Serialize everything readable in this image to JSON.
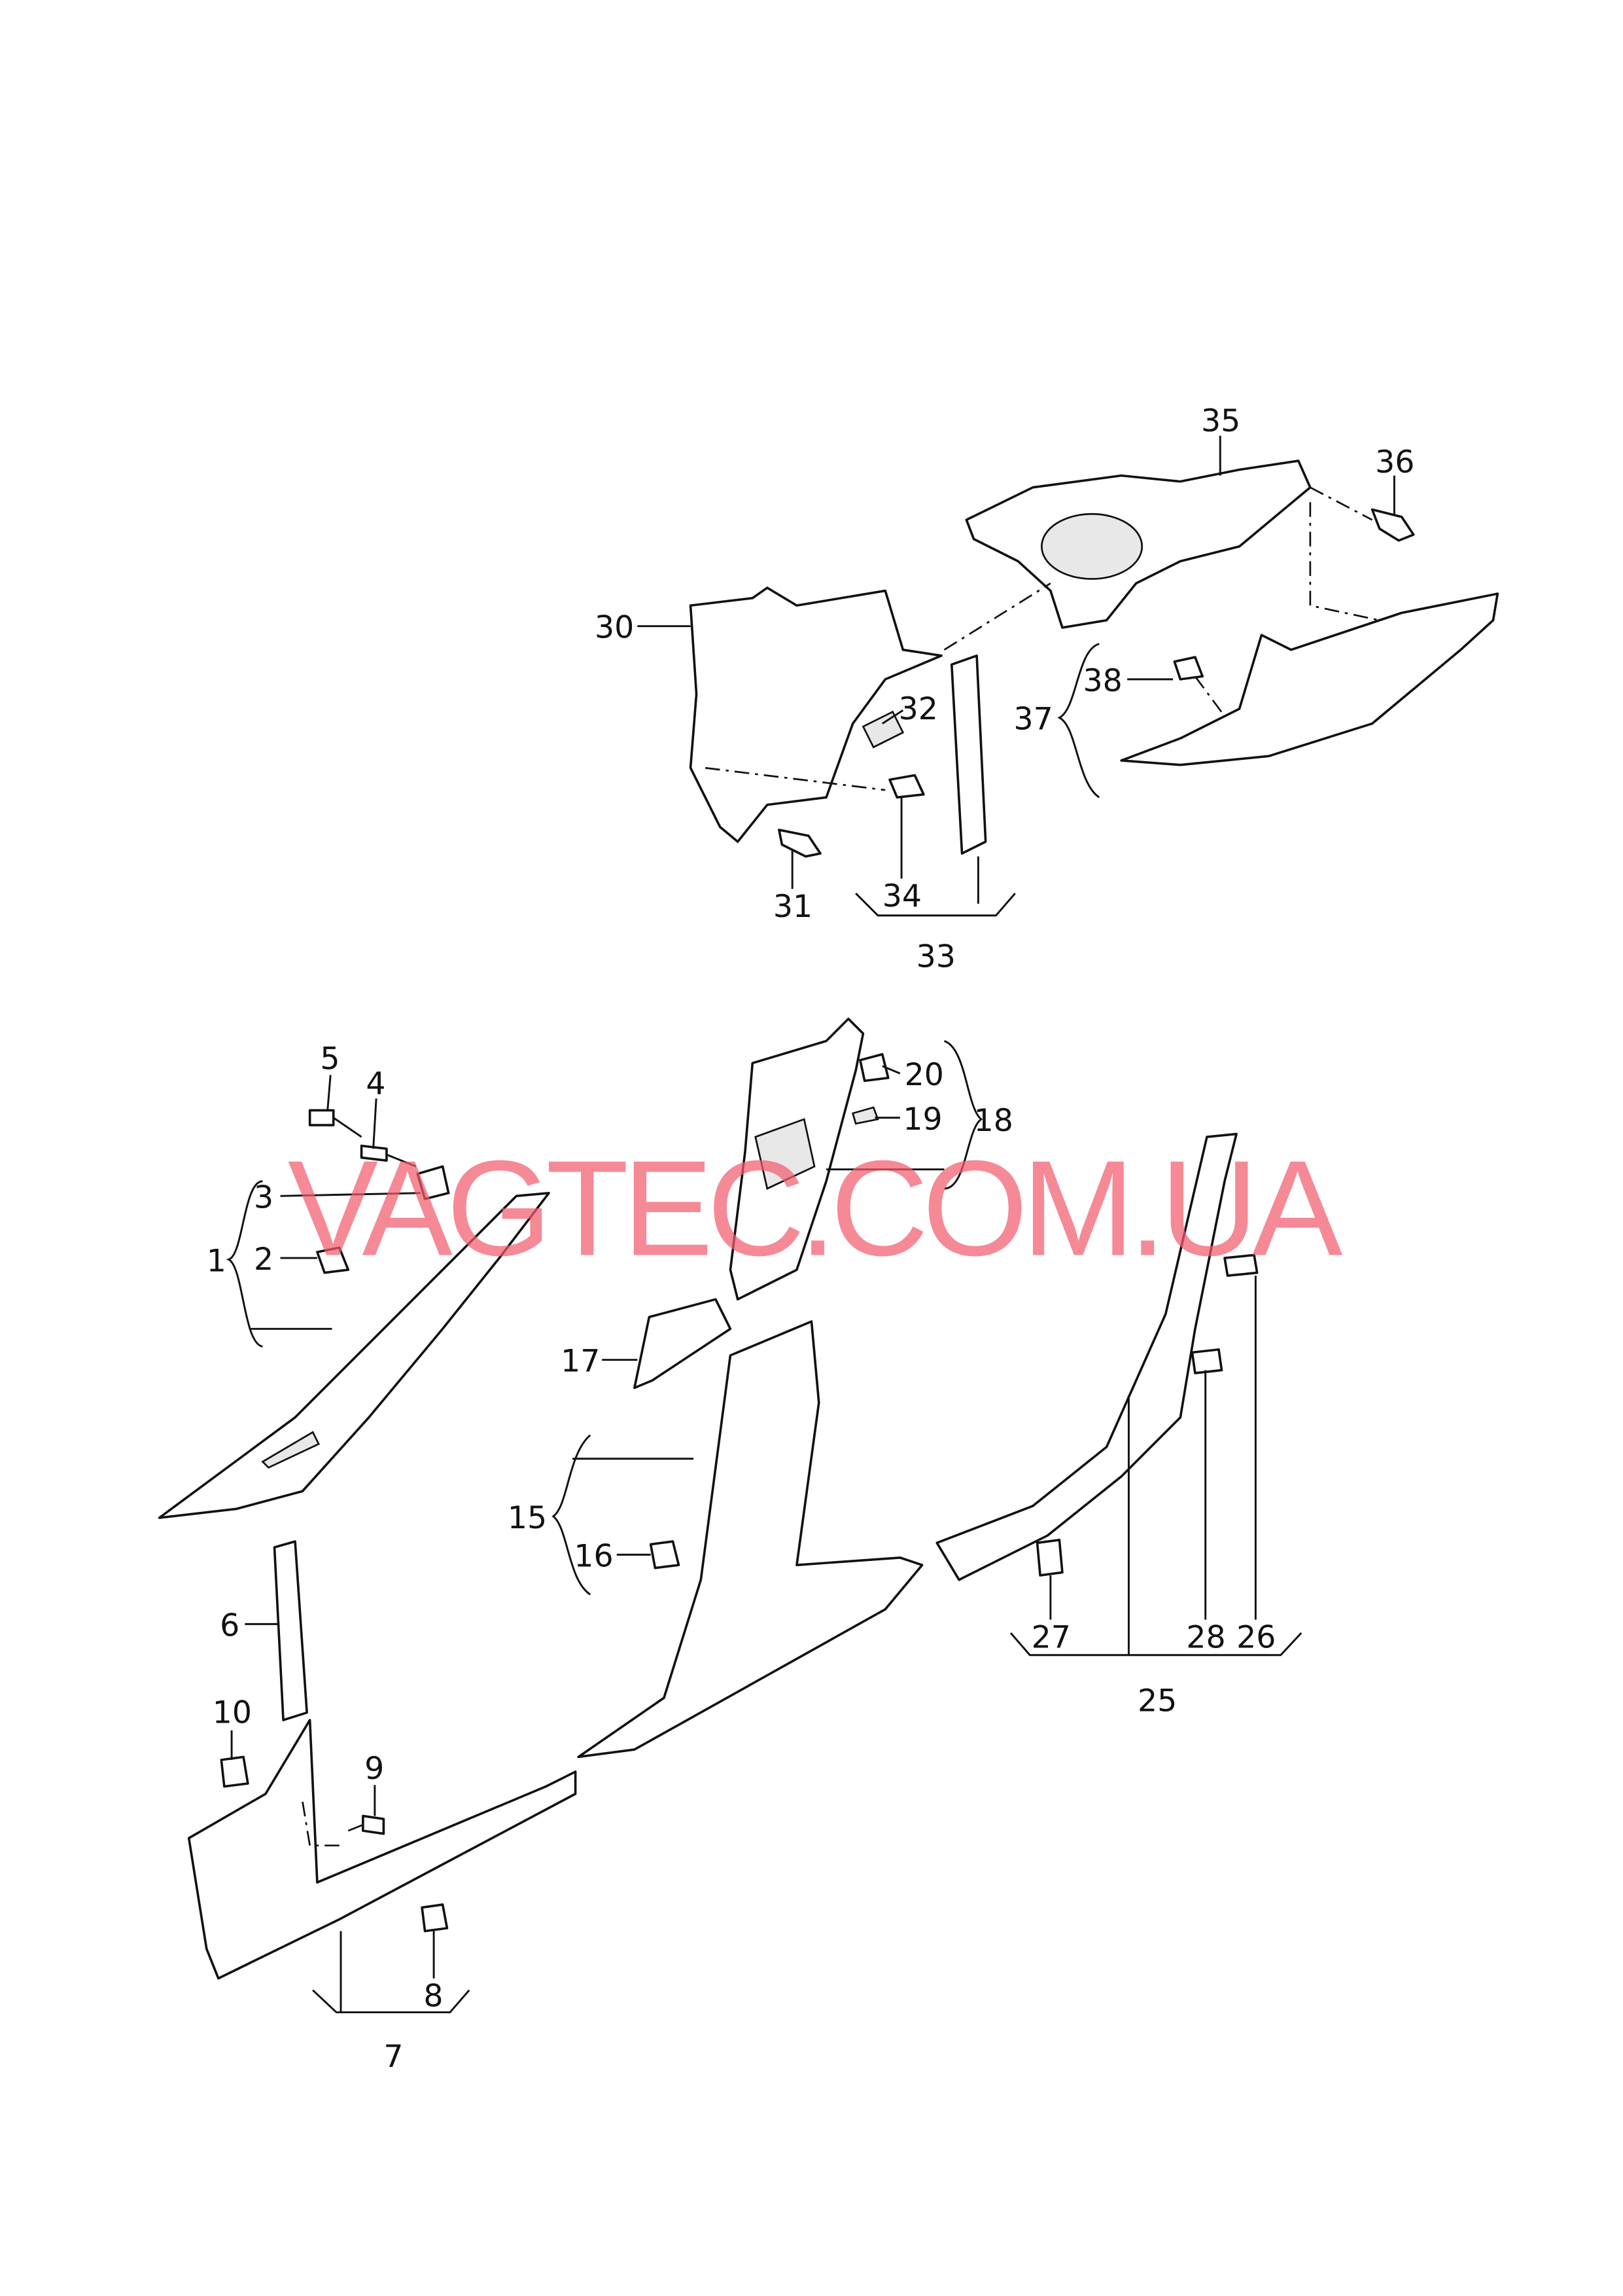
{
  "watermark": "VAGTEC.COM.UA",
  "colors": {
    "watermark": "#f25c6e",
    "line": "#111111"
  },
  "callouts": {
    "c1": "1",
    "c2": "2",
    "c3": "3",
    "c4": "4",
    "c5": "5",
    "c6": "6",
    "c7": "7",
    "c8": "8",
    "c9": "9",
    "c10": "10",
    "c15": "15",
    "c16": "16",
    "c17": "17",
    "c18": "18",
    "c19": "19",
    "c20": "20",
    "c25": "25",
    "c26": "26",
    "c27": "27",
    "c28": "28",
    "c30": "30",
    "c31": "31",
    "c32": "32",
    "c33": "33",
    "c34": "34",
    "c35": "35",
    "c36": "36",
    "c37": "37",
    "c38": "38"
  }
}
